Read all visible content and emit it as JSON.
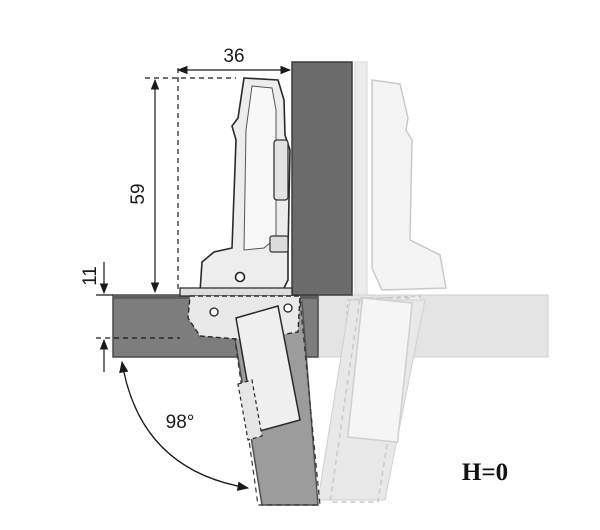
{
  "dimensions": {
    "width_label": "36",
    "height_label": "59",
    "offset_label": "11",
    "angle_label": "98°"
  },
  "overlay_label": "H=0",
  "colors": {
    "panel_dark": "#7d7d7d",
    "panel_gray": "#9c9c9c",
    "door_dark": "#6b6b6b",
    "ghost": "#e4e4e4",
    "hinge_fill": "#f2f2f2",
    "line": "#1a1a1a"
  }
}
